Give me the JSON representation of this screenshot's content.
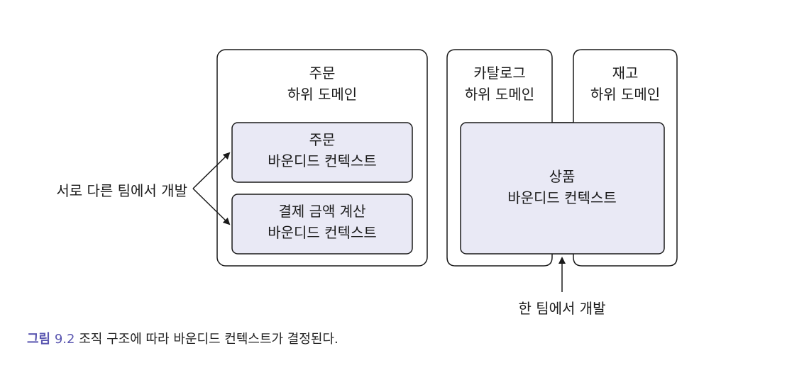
{
  "colors": {
    "context_fill": "#e9e9f5",
    "stroke": "#1a1a1a",
    "caption_accent": "#5a56b0"
  },
  "order_domain": {
    "line1": "주문",
    "line2": "하위 도메인",
    "order_context": {
      "line1": "주문",
      "line2": "바운디드 컨텍스트"
    },
    "payment_context": {
      "line1": "결제 금액 계산",
      "line2": "바운디드 컨텍스트"
    }
  },
  "catalog_domain": {
    "line1": "카탈로그",
    "line2": "하위 도메인"
  },
  "inventory_domain": {
    "line1": "재고",
    "line2": "하위 도메인"
  },
  "product_context": {
    "line1": "상품",
    "line2": "바운디드 컨텍스트"
  },
  "annotations": {
    "different_teams": "서로 다른 팀에서 개발",
    "one_team": "한 팀에서 개발"
  },
  "caption": {
    "label": "그림",
    "number": "9.2",
    "text": "조직 구조에 따라 바운디드 컨텍스트가 결정된다."
  }
}
